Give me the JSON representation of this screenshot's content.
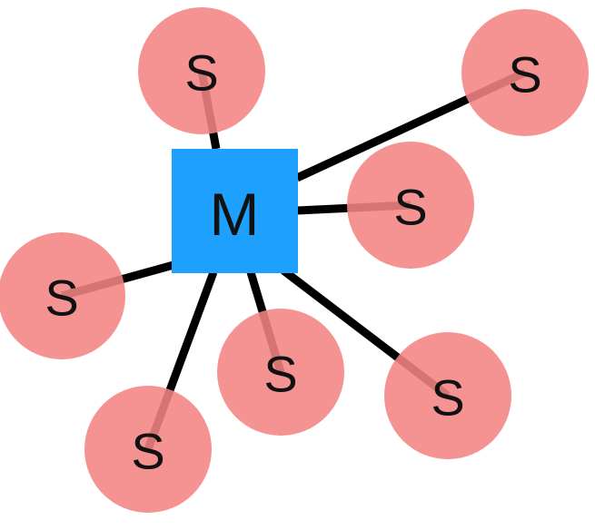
{
  "diagram": {
    "master": {
      "label": "M",
      "color": "#1ea0ff"
    },
    "satellite_color": "#f48484",
    "edge_color": "#000000",
    "satellites": [
      {
        "id": "top",
        "label": "S"
      },
      {
        "id": "top-right",
        "label": "S"
      },
      {
        "id": "right",
        "label": "S"
      },
      {
        "id": "left",
        "label": "S"
      },
      {
        "id": "bottom-left",
        "label": "S"
      },
      {
        "id": "bottom-center",
        "label": "S"
      },
      {
        "id": "bottom-right",
        "label": "S"
      }
    ]
  }
}
